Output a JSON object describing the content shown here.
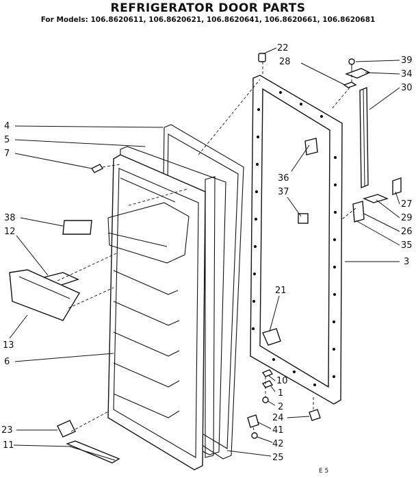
{
  "header": {
    "title": "REFRIGERATOR DOOR PARTS",
    "models": "For Models: 106.8620611, 106.8620621, 106.8620641, 106.8620661, 106.8620681"
  },
  "callouts": [
    "22",
    "28",
    "39",
    "34",
    "30",
    "4",
    "5",
    "7",
    "36",
    "37",
    "38",
    "12",
    "27",
    "29",
    "26",
    "35",
    "3",
    "21",
    "13",
    "6",
    "10",
    "1",
    "2",
    "24",
    "23",
    "41",
    "11",
    "42",
    "25"
  ],
  "footer_code": "E 5"
}
